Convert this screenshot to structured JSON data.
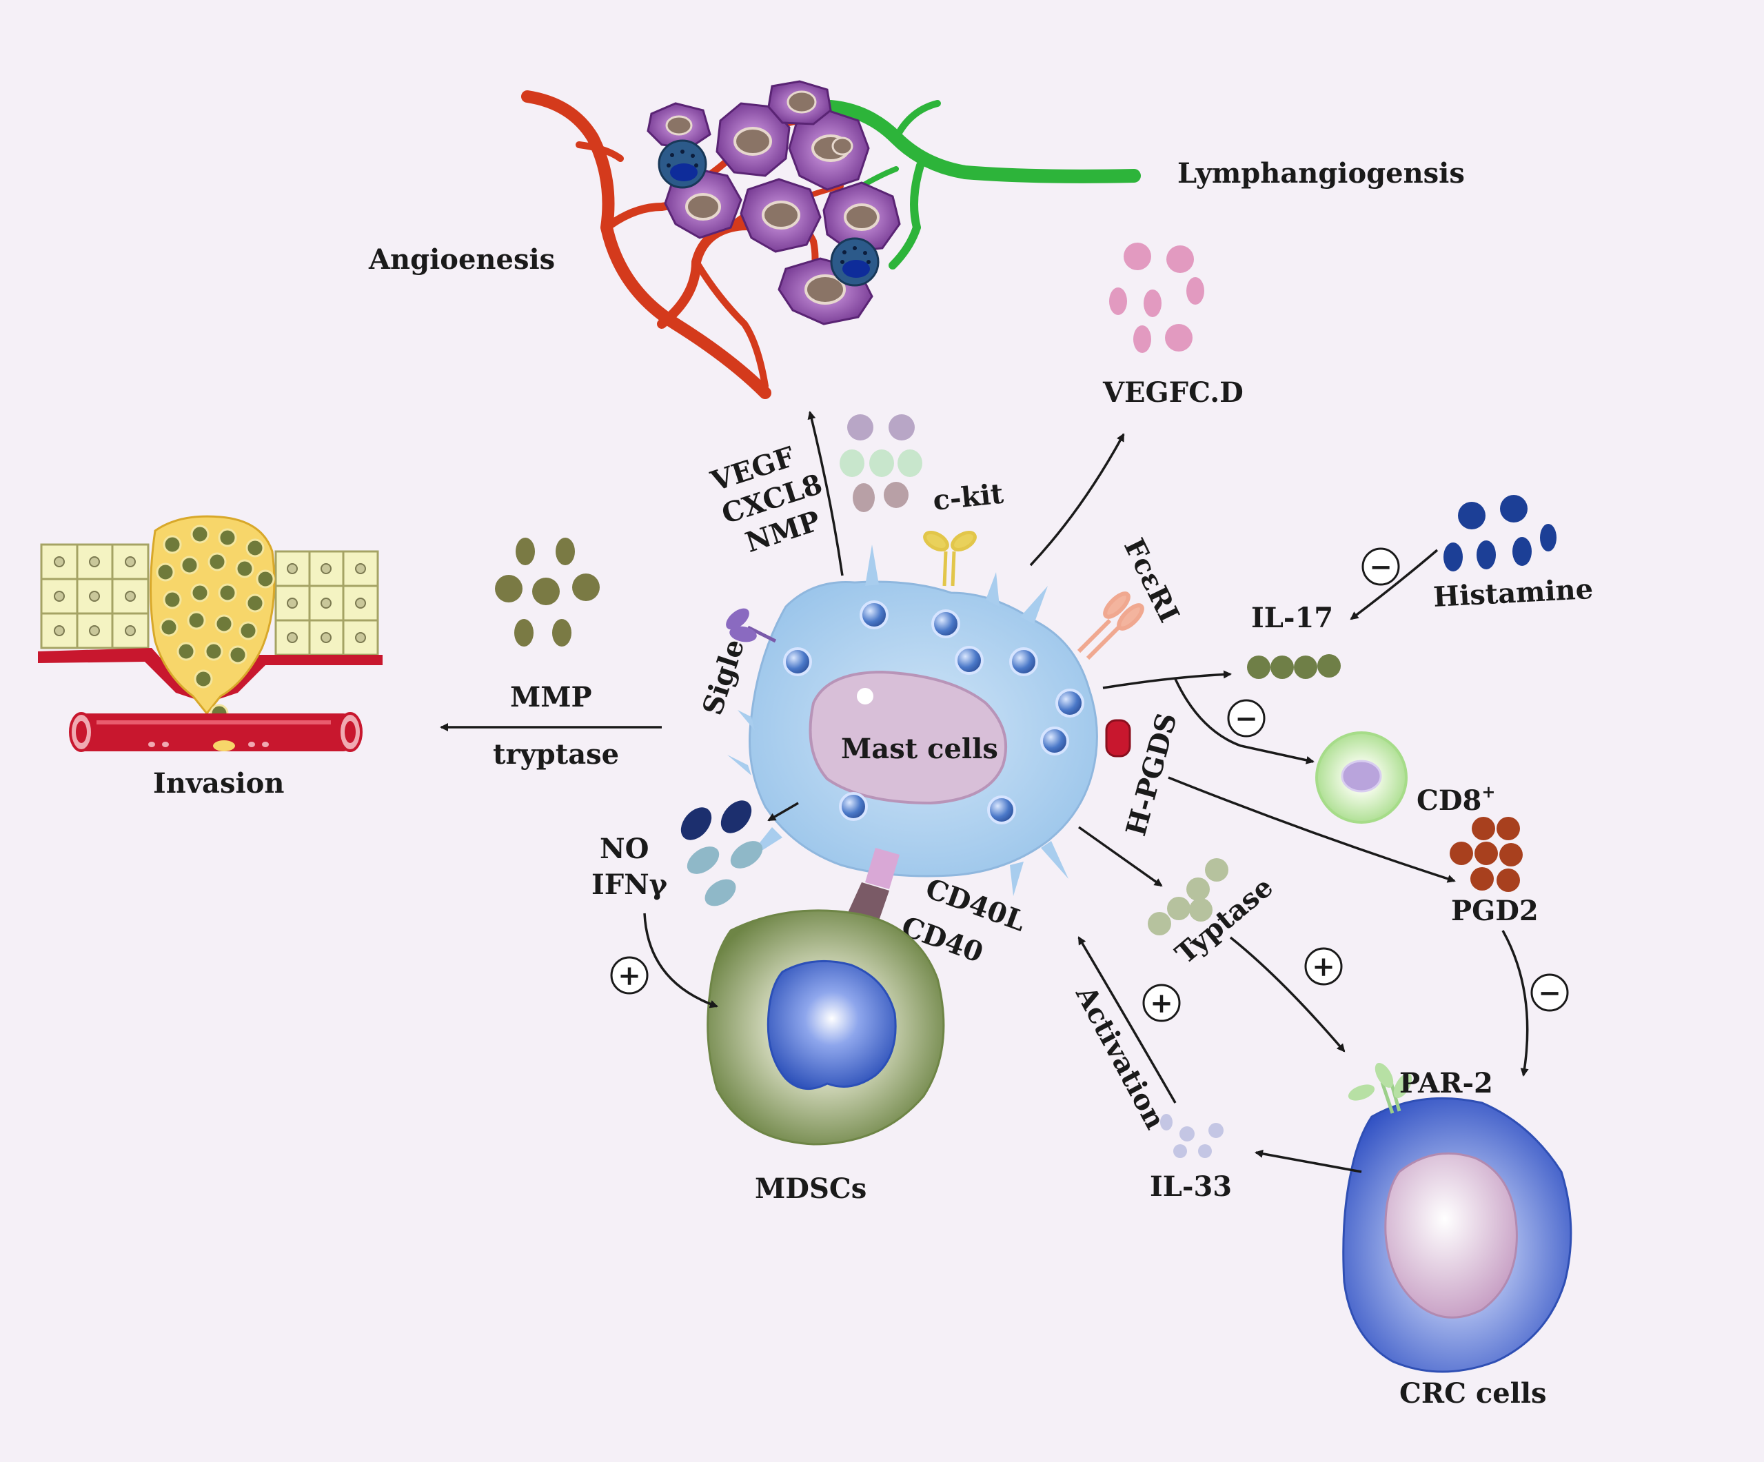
{
  "labels": {
    "mast_cells": "Mast cells",
    "angiogenesis": "Angioenesis",
    "lymphangiogenesis": "Lymphangiogensis",
    "vegfcd": "VEGFC.D",
    "vegf": "VEGF",
    "cxcl8": "CXCL8",
    "nmp": "NMP",
    "ckit": "c-kit",
    "fceri": "FcεRI",
    "sigle": "Sigle",
    "hpgds": "H-PGDS",
    "il17": "IL-17",
    "histamine": "Histamine",
    "cd8": "CD8",
    "cd8_sup": "+",
    "pgd2": "PGD2",
    "mmp": "MMP",
    "tryptase_left": "tryptase",
    "invasion": "Invasion",
    "no": "NO",
    "ifn": "IFNγ",
    "cd40l": "CD40L",
    "cd40": "CD40",
    "mdscs": "MDSCs",
    "typtase": "Typtase",
    "activation": "Activation",
    "il33": "IL-33",
    "par2": "PAR-2",
    "crc": "CRC cells"
  },
  "signs": {
    "minus_histamine": "−",
    "minus_il17": "−",
    "minus_pgd2": "−",
    "plus_typtase": "+",
    "plus_activation": "+",
    "plus_no": "+"
  },
  "colors": {
    "background": "#f5f0f7",
    "mast_cell": "#a8d0ee",
    "nucleus": "#d6bfd8",
    "granule": "#4a78c8",
    "blood_vessel": "#d43a1c",
    "lymph_vessel": "#2db43a",
    "tumor_cell": "#7a3f94",
    "vegfcd": "#e29ac0",
    "histamine": "#1c3f96",
    "il17": "#6f7f47",
    "pgd2": "#a8401e",
    "mmp": "#7a7a44",
    "mdsc_outer": "#8a9d5e",
    "mdsc_inner": "#3f66c8",
    "crc_outer": "#4a6ad0",
    "crc_inner": "#e6cbe0",
    "cd8_outer": "#c8ebb4"
  }
}
